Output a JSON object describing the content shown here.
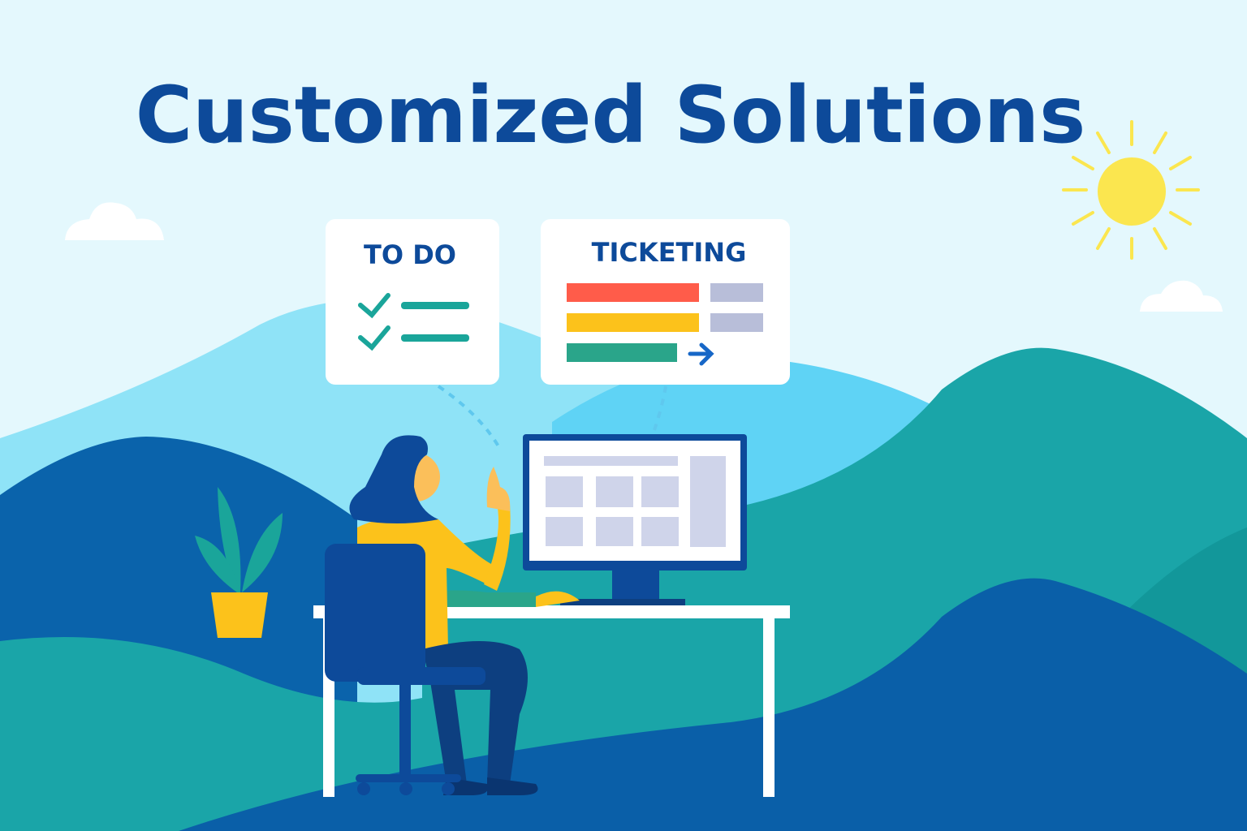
{
  "title": "Customized Solutions",
  "cards": {
    "todo": {
      "label": "TO DO",
      "items": 2
    },
    "ticketing": {
      "label": "TICKETING",
      "rows": 3
    }
  },
  "colors": {
    "sky": "#e4f8fd",
    "title": "#0d4a9a",
    "teal": "#1aa5a8",
    "blue": "#0a63ab",
    "sun": "#fbe64f",
    "red_bar": "#ff5c4a",
    "yellow_bar": "#fcc21b",
    "green_bar": "#2aa58a",
    "gray_bar": "#b8bed9"
  },
  "icons": [
    "sun-icon",
    "cloud-icon",
    "checkmark-icon",
    "arrow-right-icon",
    "plant-icon"
  ]
}
